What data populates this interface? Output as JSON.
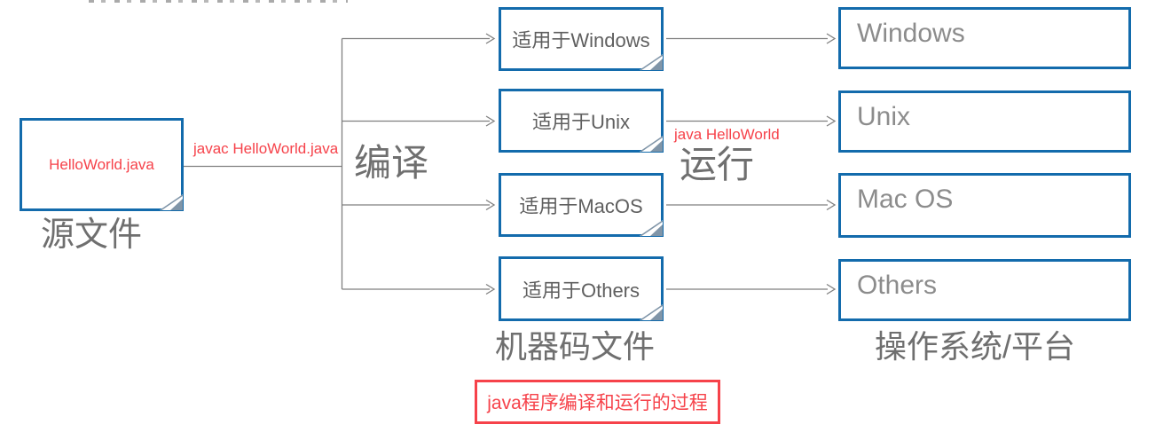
{
  "source_file": {
    "name": "HelloWorld.java",
    "caption": "源文件"
  },
  "compile_step": {
    "command": "javac HelloWorld.java",
    "label": "编译"
  },
  "run_step": {
    "command": "java HelloWorld",
    "label": "运行"
  },
  "machine_code": {
    "caption": "机器码文件",
    "files": [
      "适用于Windows",
      "适用于Unix",
      "适用于MacOS",
      "适用于Others"
    ]
  },
  "platforms": {
    "caption": "操作系统/平台",
    "systems": [
      "Windows",
      "Unix",
      "Mac OS",
      "Others"
    ]
  },
  "footer_note": "java程序编译和运行的过程",
  "colors": {
    "accent-blue": "#136BAC",
    "red": "#F6424A",
    "line-gray": "#7F7F7F",
    "fold-slate": "#8095A8",
    "label-gray": "#6F6F6F"
  }
}
